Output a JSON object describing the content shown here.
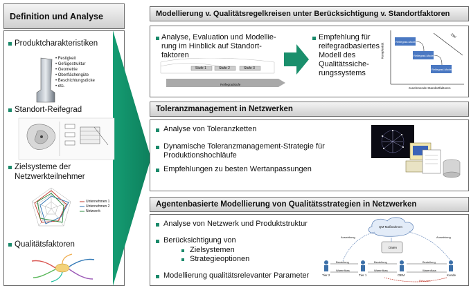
{
  "left": {
    "header": "Definition und Analyse",
    "items": [
      {
        "label": "Produktcharakteristiken"
      },
      {
        "label": "Standort-Reifegrad"
      },
      {
        "label_line1": "Zielsysteme der",
        "label_line2": "Netzwerkteilnehmer"
      },
      {
        "label": "Qualitätsfaktoren"
      }
    ],
    "product_features": [
      "• Festigkeit",
      "• Gefügestruktur",
      "• Geometrie",
      "• Oberflächengüte",
      "• Beschichtungsdicke",
      "• etc."
    ],
    "radar_legend": [
      "Unternehmen 1",
      "Unternehmen 2",
      "Netzwerk"
    ]
  },
  "section1": {
    "header": "Modellierung v. Qualitätsregelkreisen unter Berücksichtigung v. Standortfaktoren",
    "left_text": [
      "Analyse, Evaluation und Modellie-",
      "rung im Hinblick auf Standort-",
      "faktoren"
    ],
    "right_text": [
      "Empfehlung für",
      "reifegradbasiertes",
      "Modell des",
      "Qualitätssiche-",
      "rungssystems"
    ],
    "stage_labels": [
      "Stufe 1",
      "Stufe 2",
      "Stufe 3"
    ],
    "diagram_axis": "Reifegradstufe",
    "chart_boxes": [
      "Reifegrad-Modell",
      "Reifegrad-Modell",
      "Reifegrad-Modell"
    ],
    "chart_xlabel": "zunehmende Standortfaktoren",
    "chart_ylabel": "Komplexität",
    "chart_corner": "Ziel"
  },
  "section2": {
    "header": "Toleranzmanagement in Netzwerken",
    "bullets": [
      {
        "line1": "Analyse von Toleranzketten"
      },
      {
        "line1": "Dynamische Toleranzmanagement-Strategie für",
        "line2": "Produktionshochläufe"
      },
      {
        "line1": "Empfehlungen zu besten Wertanpassungen"
      }
    ]
  },
  "section3": {
    "header": "Agentenbasierte Modellierung von Qualitätsstrategien in Netzwerken",
    "bullets": [
      {
        "line1": "Analyse von Netzwerk und Produktstruktur"
      },
      {
        "line1": "Berücksichtigung von"
      },
      {
        "line1": "Modellierung qualitätsrelevanter Parameter"
      }
    ],
    "subitems": [
      "Zielsystemen",
      "Strategieoptionen"
    ],
    "network": {
      "cloud": "QM-Maßnahmen",
      "db": "Daten",
      "nodes": [
        "Tier 2",
        "Tier 1",
        "OEM",
        "Kunde"
      ],
      "edges": [
        "Bestellung",
        "Bestellung",
        "Bestellung",
        "Warenfluss",
        "Warenfluss",
        "Warenfluss",
        "Retouren",
        "Auswirkung",
        "Auswirkung"
      ]
    }
  },
  "colors": {
    "accent": "#1b8a6b",
    "arrow": "#1a8f6c",
    "header_top": "#f4f4f4",
    "header_bottom": "#cfcfcf"
  }
}
